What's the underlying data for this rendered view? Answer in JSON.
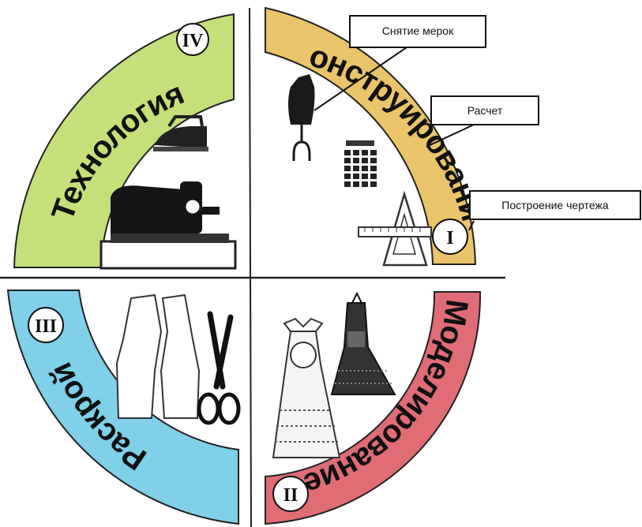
{
  "quadrants": {
    "construction": {
      "title": "Конструирование",
      "numeral": "I",
      "color": "#e9c46a"
    },
    "modeling": {
      "title": "Моделирование",
      "numeral": "II",
      "color": "#e06c75"
    },
    "cutting": {
      "title": "Раскрой",
      "numeral": "III",
      "color": "#7fd0e8"
    },
    "technology": {
      "title": "Технология",
      "numeral": "IV",
      "color": "#c5e07a"
    }
  },
  "callouts": [
    {
      "text": "Снятие мерок"
    },
    {
      "text": "Расчет"
    },
    {
      "text": "Построение чертежа"
    }
  ],
  "icons": [
    "dress-form-icon",
    "calculator-icon",
    "ruler-triangle-icon",
    "iron-icon",
    "sewing-machine-icon",
    "garment-pattern-icon",
    "scissors-icon",
    "sarafan-doll-icon",
    "sarafan-dress-icon"
  ]
}
